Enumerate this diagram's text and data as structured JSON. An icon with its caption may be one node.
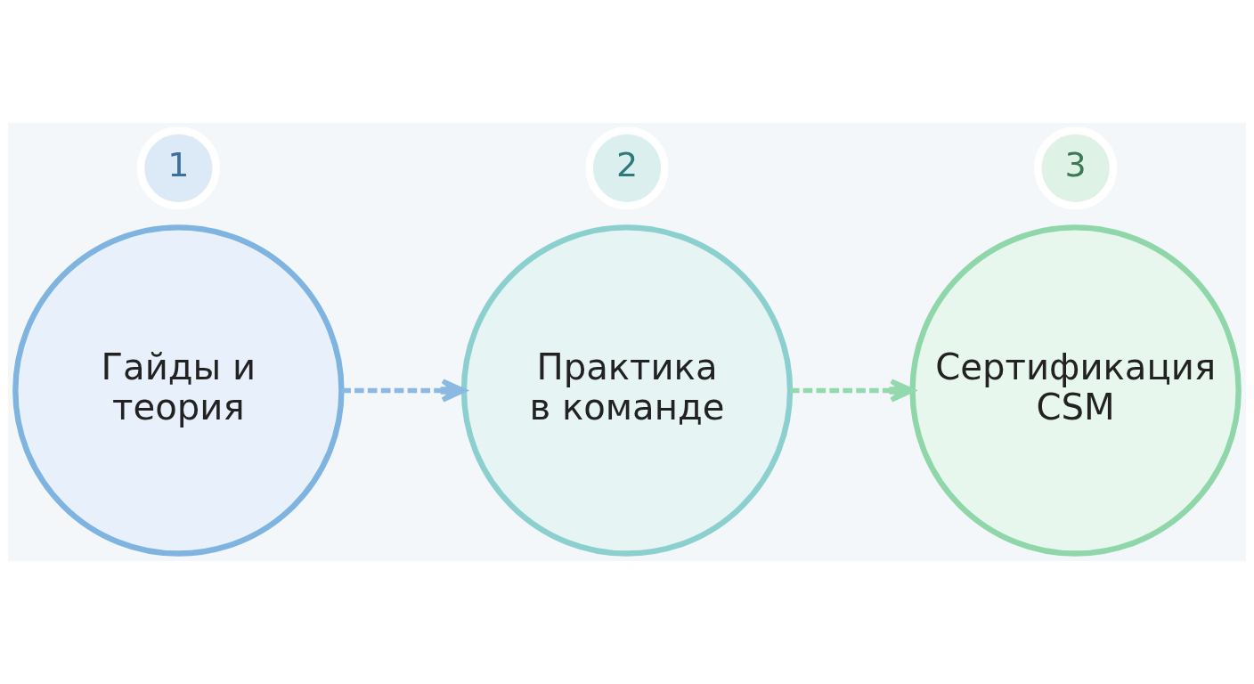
{
  "diagram": {
    "nodes": [
      {
        "text": [
          "1"
        ]
      },
      {
        "text": [
          "Гайды и теория"
        ]
      },
      {
        "text": [
          "2"
        ]
      },
      {
        "text": [
          "Практика в команде"
        ]
      },
      {
        "text": [
          "3"
        ]
      },
      {
        "text": [
          "Сертификация CSM"
        ]
      }
    ],
    "edges": [
      {
        "from": 1,
        "to": 3,
        "arrow": "to",
        "style": "dashed",
        "color": "#8ab9e2"
      },
      {
        "from": 3,
        "to": 5,
        "arrow": "to",
        "style": "dashed",
        "color": "#94d8b0"
      }
    ]
  }
}
